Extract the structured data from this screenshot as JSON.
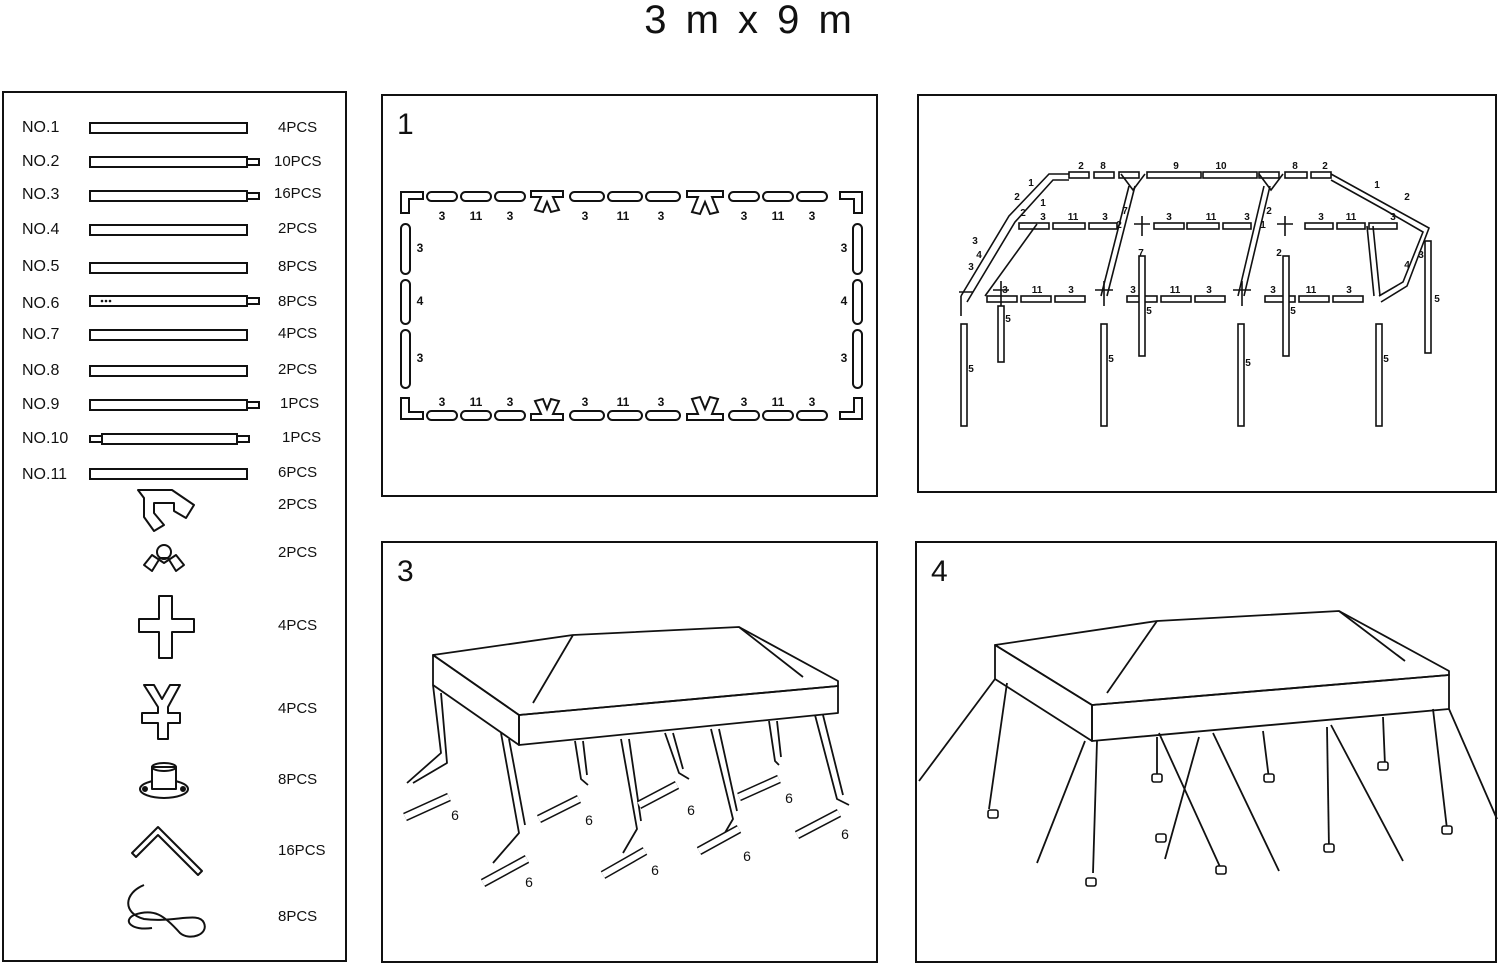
{
  "title": "3 m x 9 m",
  "parts": [
    {
      "label": "NO.1",
      "qty": "4PCS"
    },
    {
      "label": "NO.2",
      "qty": "10PCS"
    },
    {
      "label": "NO.3",
      "qty": "16PCS"
    },
    {
      "label": "NO.4",
      "qty": "2PCS"
    },
    {
      "label": "NO.5",
      "qty": "8PCS"
    },
    {
      "label": "NO.6",
      "qty": "8PCS"
    },
    {
      "label": "NO.7",
      "qty": "4PCS"
    },
    {
      "label": "NO.8",
      "qty": "2PCS"
    },
    {
      "label": "NO.9",
      "qty": "1PCS"
    },
    {
      "label": "NO.10",
      "qty": "1PCS"
    },
    {
      "label": "NO.11",
      "qty": "6PCS"
    }
  ],
  "connectors": [
    {
      "icon": "corner-connector-icon",
      "qty": "2PCS"
    },
    {
      "icon": "ring-connector-icon",
      "qty": "2PCS"
    },
    {
      "icon": "cross-connector-icon",
      "qty": "4PCS"
    },
    {
      "icon": "y-connector-icon",
      "qty": "4PCS"
    },
    {
      "icon": "foot-plate-icon",
      "qty": "8PCS"
    },
    {
      "icon": "stake-icon",
      "qty": "16PCS"
    },
    {
      "icon": "rope-icon",
      "qty": "8PCS"
    }
  ],
  "steps": {
    "s1": "1",
    "s3": "3",
    "s4": "4"
  },
  "step1": {
    "top_labels": [
      "3",
      "11",
      "3",
      "3",
      "11",
      "3",
      "3",
      "11",
      "3"
    ],
    "bottom_labels": [
      "3",
      "11",
      "3",
      "3",
      "11",
      "3",
      "3",
      "11",
      "3"
    ],
    "left_labels": [
      "3",
      "4",
      "3"
    ],
    "right_labels": [
      "3",
      "4",
      "3"
    ]
  },
  "step2": {
    "ridge_labels": [
      "2",
      "8",
      "9",
      "10",
      "8",
      "2"
    ],
    "upper_side_labels": [
      "3",
      "11",
      "3",
      "3",
      "11",
      "3",
      "3",
      "11",
      "3"
    ],
    "lower_side_labels": [
      "3",
      "11",
      "3",
      "3",
      "11",
      "3",
      "3",
      "11",
      "3"
    ],
    "rafter_labels": [
      "1",
      "2",
      "1",
      "2",
      "7",
      "2",
      "7",
      "2",
      "1",
      "2",
      "1",
      "2"
    ],
    "end_labels": [
      "4",
      "3",
      "3",
      "4",
      "3"
    ],
    "leg_label": "5"
  },
  "step3": {
    "pole_label": "6"
  }
}
